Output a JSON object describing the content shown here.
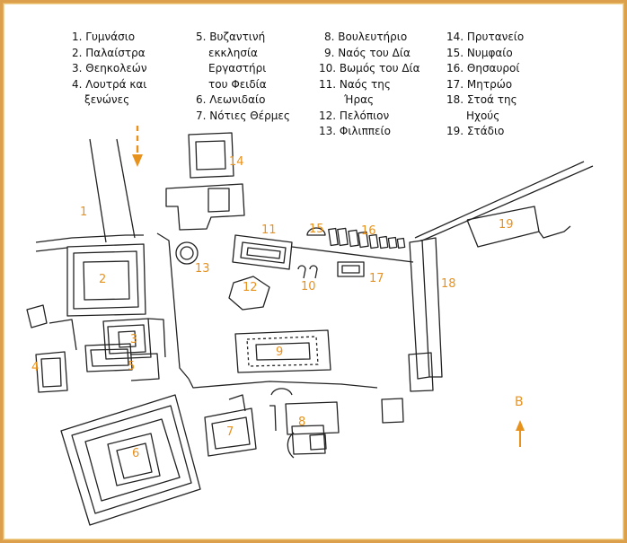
{
  "legend": {
    "col1": [
      "1. Γυμνάσιο",
      "2. Παλαίστρα",
      "3. Θεηκολεών",
      "4. Λουτρά και",
      "ξενώνες"
    ],
    "col2": [
      "5. Βυζαντινή",
      "εκκλησία",
      "Εργαστήρι",
      "του Φειδία",
      "6. Λεωνιδαίο",
      "7. Νότιες Θέρμες"
    ],
    "col3": [
      "8. Βουλευτήριο",
      "9. Ναός του Δία",
      "10. Βωμός του Δία",
      "11. Ναός της",
      "Ήρας",
      "12. Πελόπιον",
      "13. Φιλιππείο"
    ],
    "col4": [
      "14. Πρυτανείο",
      "15. Νυμφαίο",
      "16. Θησαυροί",
      "17. Μητρώο",
      "18. Στοά της",
      "Ηχούς",
      "19. Στάδιο"
    ]
  },
  "labels": {
    "n1": "1",
    "n2": "2",
    "n3": "3",
    "n4": "4",
    "n5": "5",
    "n6": "6",
    "n7": "7",
    "n8": "8",
    "n9": "9",
    "n10": "10",
    "n11": "11",
    "n12": "12",
    "n13": "13",
    "n14": "14",
    "n15": "15",
    "n16": "16",
    "n17": "17",
    "n18": "18",
    "n19": "19"
  },
  "north": {
    "label": "B"
  },
  "colors": {
    "frame": "#e6b25a",
    "accent": "#e8921e",
    "ink": "#222222"
  }
}
